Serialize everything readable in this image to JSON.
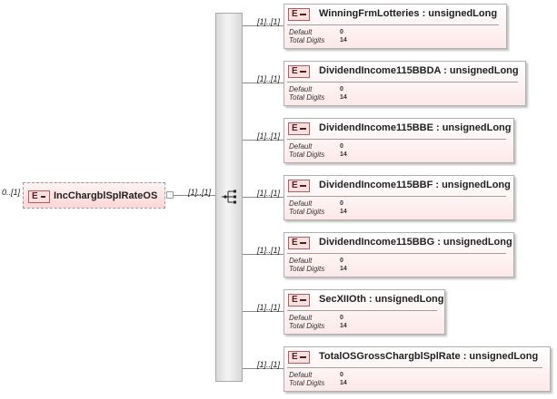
{
  "root": {
    "multiplicity": "0..[1]",
    "badge": "E",
    "label": "IncChargblSplRateOS"
  },
  "sequence": {
    "multiplicity": "[1]..[1]"
  },
  "children": [
    {
      "multiplicity": "[1]..[1]",
      "badge": "E",
      "label": "WinningFrmLotteries : unsignedLong",
      "default_label": "Default",
      "default_value": "0",
      "digits_label": "Total Digits",
      "digits_value": "14"
    },
    {
      "multiplicity": "[1]..[1]",
      "badge": "E",
      "label": "DividendIncome115BBDA : unsignedLong",
      "default_label": "Default",
      "default_value": "0",
      "digits_label": "Total Digits",
      "digits_value": "14"
    },
    {
      "multiplicity": "[1]..[1]",
      "badge": "E",
      "label": "DividendIncome115BBE : unsignedLong",
      "default_label": "Default",
      "default_value": "0",
      "digits_label": "Total Digits",
      "digits_value": "14"
    },
    {
      "multiplicity": "[1]..[1]",
      "badge": "E",
      "label": "DividendIncome115BBF : unsignedLong",
      "default_label": "Default",
      "default_value": "0",
      "digits_label": "Total Digits",
      "digits_value": "14"
    },
    {
      "multiplicity": "[1]..[1]",
      "badge": "E",
      "label": "DividendIncome115BBG : unsignedLong",
      "default_label": "Default",
      "default_value": "0",
      "digits_label": "Total Digits",
      "digits_value": "14"
    },
    {
      "multiplicity": "[1]..[1]",
      "badge": "E",
      "label": "SecXIIOth : unsignedLong",
      "default_label": "Default",
      "default_value": "0",
      "digits_label": "Total Digits",
      "digits_value": "14"
    },
    {
      "multiplicity": "[1]..[1]",
      "badge": "E",
      "label": "TotalOSGrossChargblSplRate : unsignedLong",
      "default_label": "Default",
      "default_value": "0",
      "digits_label": "Total Digits",
      "digits_value": "14"
    }
  ]
}
